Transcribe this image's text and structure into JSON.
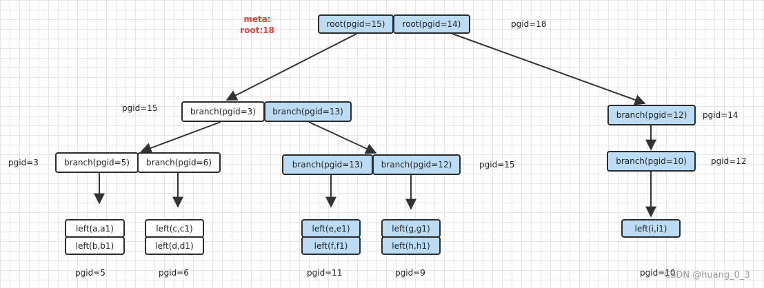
{
  "meta": {
    "line1": "meta:",
    "line2": "root:18"
  },
  "nodes": {
    "root15": "root(pgid=15)",
    "root14": "root(pgid=14)",
    "branch3": "branch(pgid=3)",
    "branch13a": "branch(pgid=13)",
    "branch12a": "branch(pgid=12)",
    "branch5": "branch(pgid=5)",
    "branch6": "branch(pgid=6)",
    "branch13b": "branch(pgid=13)",
    "branch12b": "branch(pgid=12)",
    "branch10": "branch(pgid=10)",
    "leaf_a": "left(a,a1)",
    "leaf_b": "left(b,b1)",
    "leaf_c": "left(c,c1)",
    "leaf_d": "left(d,d1)",
    "leaf_e": "left(e,e1)",
    "leaf_f": "left(f,f1)",
    "leaf_g": "left(g,g1)",
    "leaf_h": "left(h,h1)",
    "leaf_i": "left(i,i1)"
  },
  "labels": {
    "pgid18": "pgid=18",
    "pgid15_level1": "pgid=15",
    "pgid14": "pgid=14",
    "pgid3": "pgid=3",
    "pgid15_level2": "pgid=15",
    "pgid12": "pgid=12",
    "pgid5": "pgid=5",
    "pgid6": "pgid=6",
    "pgid11": "pgid=11",
    "pgid9": "pgid=9",
    "pgid10": "pgid=10"
  },
  "watermark": "CSDN @huang_0_3",
  "colors": {
    "page_fill": "#bcdcf6",
    "meta_text": "#e8413b",
    "edge": "#333333"
  }
}
